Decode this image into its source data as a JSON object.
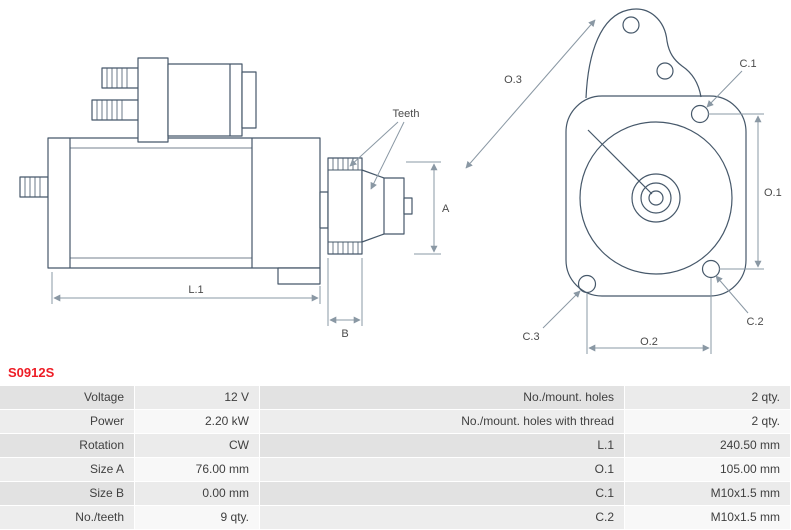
{
  "part_number": "S0912S",
  "colors": {
    "part_number_red": "#ee1c25",
    "drawing_outline": "#46586a",
    "dimension_lines": "#8a98a4"
  },
  "diagram": {
    "side_view": {
      "teeth_label": "Teeth",
      "dim_a": "A",
      "dim_l1": "L.1",
      "dim_b": "B"
    },
    "end_view": {
      "dim_o3": "O.3",
      "dim_c1": "C.1",
      "dim_o1": "O.1",
      "dim_c2": "C.2",
      "dim_c3": "C.3",
      "dim_o2": "O.2"
    }
  },
  "spec_table": {
    "rows": [
      {
        "label_left": "Voltage",
        "value_left": "12 V",
        "label_right": "No./mount. holes",
        "value_right": "2 qty."
      },
      {
        "label_left": "Power",
        "value_left": "2.20 kW",
        "label_right": "No./mount. holes with thread",
        "value_right": "2 qty."
      },
      {
        "label_left": "Rotation",
        "value_left": "CW",
        "label_right": "L.1",
        "value_right": "240.50 mm"
      },
      {
        "label_left": "Size A",
        "value_left": "76.00 mm",
        "label_right": "O.1",
        "value_right": "105.00 mm"
      },
      {
        "label_left": "Size B",
        "value_left": "0.00 mm",
        "label_right": "C.1",
        "value_right": "M10x1.5 mm"
      },
      {
        "label_left": "No./teeth",
        "value_left": "9 qty.",
        "label_right": "C.2",
        "value_right": "M10x1.5 mm"
      }
    ]
  }
}
